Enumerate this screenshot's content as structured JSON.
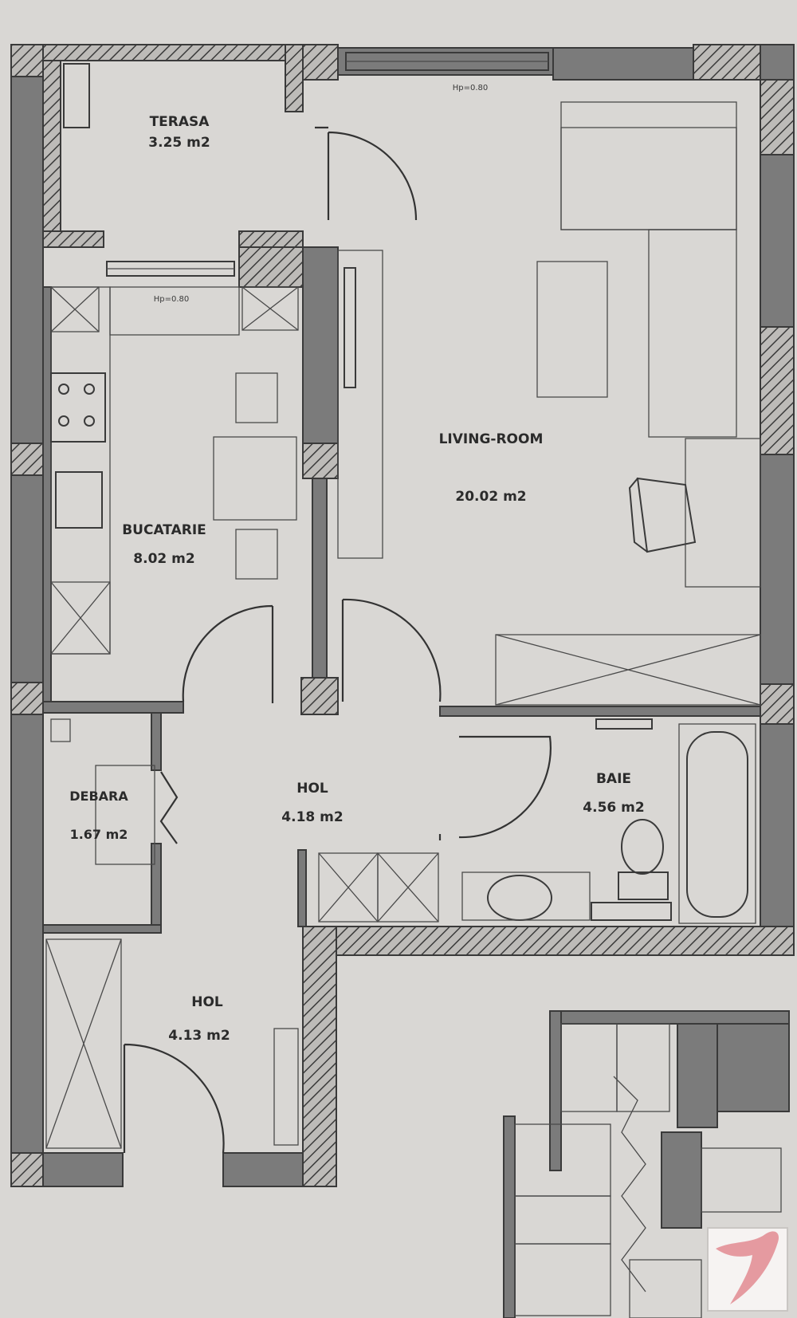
{
  "rooms": {
    "terasa": {
      "name": "TERASA",
      "area": "3.25 m2"
    },
    "living": {
      "name": "LIVING-ROOM",
      "area": "20.02 m2"
    },
    "bucatarie": {
      "name": "BUCATARIE",
      "area": "8.02 m2"
    },
    "debara": {
      "name": "DEBARA",
      "area": "1.67 m2"
    },
    "hol1": {
      "name": "HOL",
      "area": "4.18 m2"
    },
    "baie": {
      "name": "BAIE",
      "area": "4.56 m2"
    },
    "hol2": {
      "name": "HOL",
      "area": "4.13 m2"
    }
  },
  "window_notes": {
    "living_window": "Hp=0.80",
    "kitchen_window": "Hp=0.80"
  },
  "colors": {
    "background": "#d9d7d4",
    "wall": "#7b7b7b",
    "line": "#3a3a3a",
    "logo": "#e59aa0"
  },
  "icons": {
    "logo": "bird-logo-icon"
  }
}
